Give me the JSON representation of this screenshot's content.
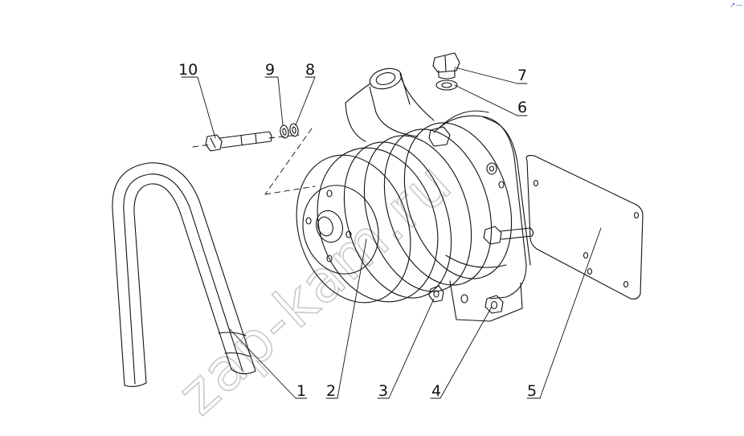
{
  "watermark": "zap-kam.ru",
  "corner_mark": "↗—",
  "callouts": [
    {
      "id": "1",
      "label": "1"
    },
    {
      "id": "2",
      "label": "2"
    },
    {
      "id": "3",
      "label": "3"
    },
    {
      "id": "4",
      "label": "4"
    },
    {
      "id": "5",
      "label": "5"
    },
    {
      "id": "6",
      "label": "6"
    },
    {
      "id": "7",
      "label": "7"
    },
    {
      "id": "8",
      "label": "8"
    },
    {
      "id": "9",
      "label": "9"
    },
    {
      "id": "10",
      "label": "10"
    }
  ],
  "colors": {
    "ink": "#111111",
    "watermark": "#c9c9c9",
    "background": "#ffffff"
  }
}
